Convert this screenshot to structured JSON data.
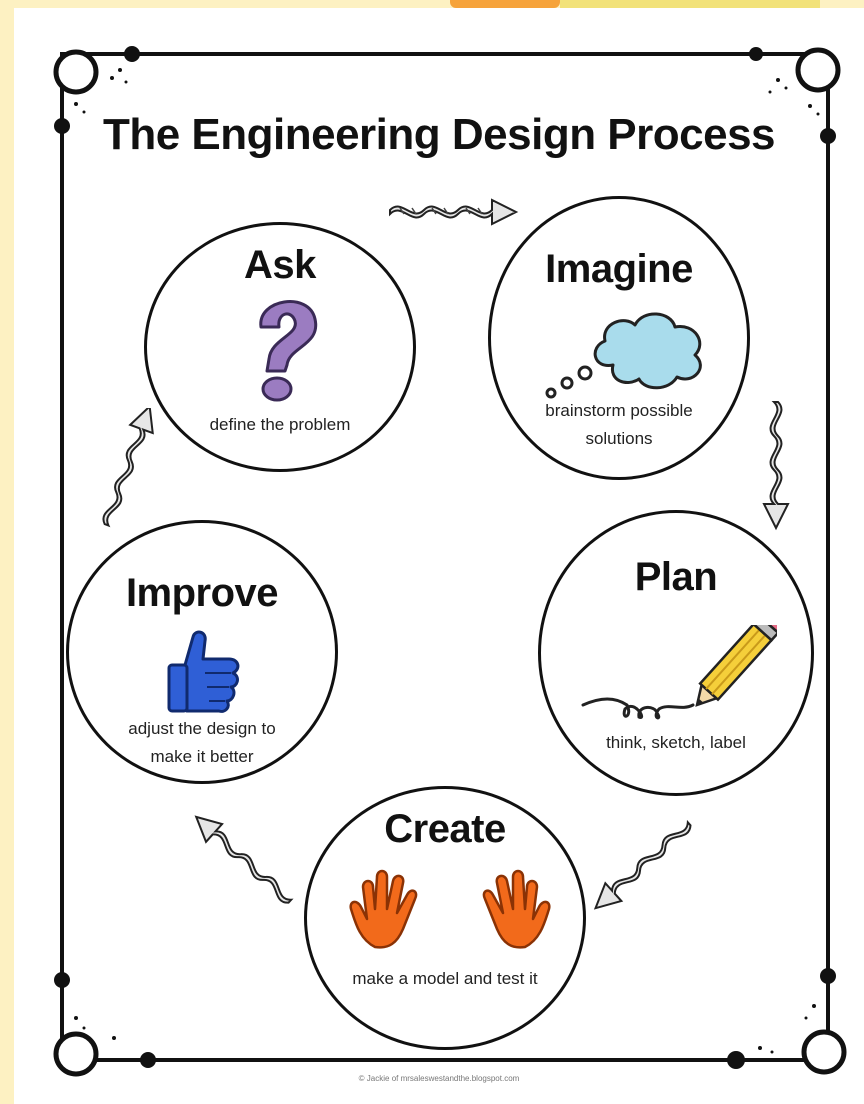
{
  "title": "The Engineering Design Process",
  "steps": [
    {
      "id": "ask",
      "title": "Ask",
      "description": "define the problem"
    },
    {
      "id": "imagine",
      "title": "Imagine",
      "description": "brainstorm possible solutions"
    },
    {
      "id": "plan",
      "title": "Plan",
      "description": "think, sketch, label"
    },
    {
      "id": "create",
      "title": "Create",
      "description": "make a model and test it"
    },
    {
      "id": "improve",
      "title": "Improve",
      "description": "adjust the design to make it better"
    }
  ],
  "footer": "© Jackie of mrsaleswestandthe.blogspot.com",
  "colors": {
    "question": "#9b7cc1",
    "cloud": "#a9dcec",
    "pencil": "#f5cf3a",
    "eraser": "#e46b86",
    "hands": "#f26a1b",
    "thumb": "#2f5fd6",
    "background": "#fdf1c2"
  },
  "icons": [
    "question-mark-icon",
    "thought-cloud-icon",
    "pencil-icon",
    "hands-icon",
    "thumbs-up-icon",
    "squiggle-arrow-icon"
  ]
}
